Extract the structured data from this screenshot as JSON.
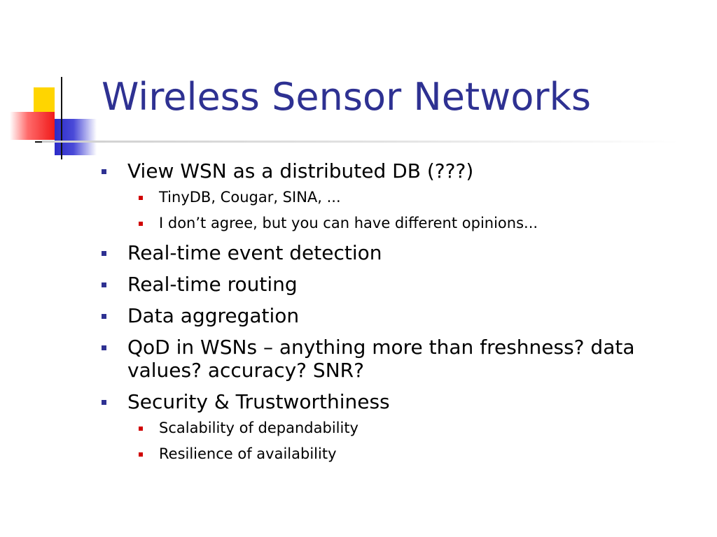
{
  "slide": {
    "title": "Wireless Sensor Networks",
    "bullets": [
      {
        "level": 1,
        "text": "View WSN as a distributed DB (???)"
      },
      {
        "level": 2,
        "text": "TinyDB, Cougar, SINA, ..."
      },
      {
        "level": 2,
        "text": "I don’t agree, but you can have different opinions..."
      },
      {
        "level": 1,
        "text": "Real-time event detection"
      },
      {
        "level": 1,
        "text": "Real-time routing"
      },
      {
        "level": 1,
        "text": "Data aggregation"
      },
      {
        "level": 1,
        "text": "QoD in WSNs – anything more than freshness? data values? accuracy? SNR?"
      },
      {
        "level": 1,
        "text": "Security & Trustworthiness"
      },
      {
        "level": 2,
        "text": "Scalability of depandability"
      },
      {
        "level": 2,
        "text": "Resilience of availability"
      }
    ]
  },
  "colors": {
    "title": "#2e3192",
    "level1_bullet": "#2e3192",
    "level2_bullet": "#d00000",
    "text": "#000000"
  },
  "icons": {
    "corner_logo": "colored-squares-crosshair-logo",
    "level1_bullet": "blue-square-bullet-icon",
    "level2_bullet": "red-square-bullet-icon"
  }
}
